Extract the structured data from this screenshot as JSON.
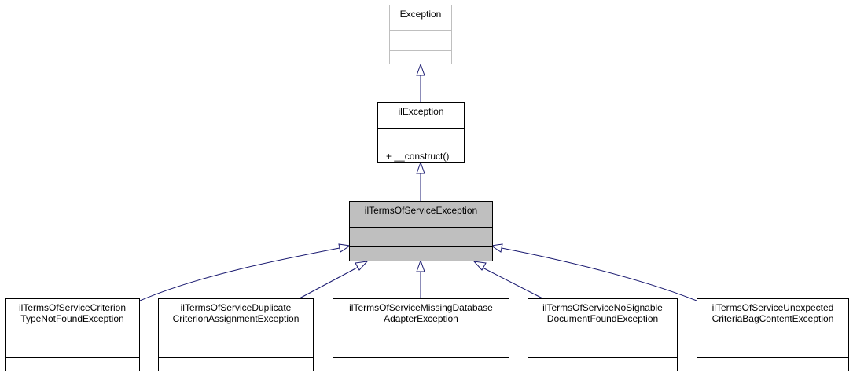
{
  "classes": {
    "exception": {
      "name": "Exception"
    },
    "il_exception": {
      "name": "ilException",
      "methods": [
        "+ __construct()"
      ]
    },
    "tos_exception": {
      "name": "ilTermsOfServiceException"
    },
    "criterion_type": {
      "name_lines": [
        "ilTermsOfServiceCriterion",
        "TypeNotFoundException"
      ]
    },
    "duplicate_criterion": {
      "name_lines": [
        "ilTermsOfServiceDuplicate",
        "CriterionAssignmentException"
      ]
    },
    "missing_db_adapter": {
      "name_lines": [
        "ilTermsOfServiceMissingDatabase",
        "AdapterException"
      ]
    },
    "no_signable_doc": {
      "name_lines": [
        "ilTermsOfServiceNoSignable",
        "DocumentFoundException"
      ]
    },
    "unexpected_bag": {
      "name_lines": [
        "ilTermsOfServiceUnexpected",
        "CriteriaBagContentException"
      ]
    }
  },
  "colors": {
    "edge": "#191970",
    "focus_fill": "#bfbfbf",
    "external_border": "#bfbfbf"
  }
}
